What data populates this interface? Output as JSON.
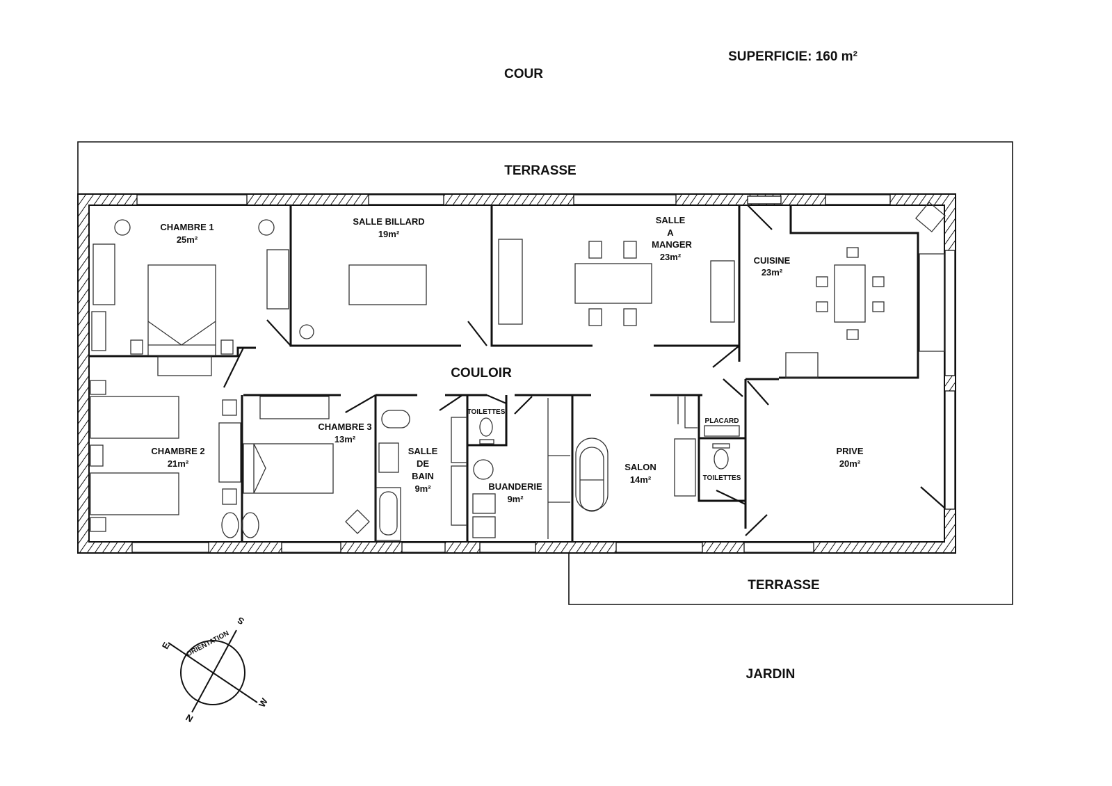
{
  "surface": {
    "label": "SUPERFICIE: 160 m²"
  },
  "outside": {
    "cour": "COUR",
    "terrasse_north": "TERRASSE",
    "terrasse_south": "TERRASSE",
    "jardin": "JARDIN",
    "couloir": "COULOIR"
  },
  "rooms": {
    "chambre1": {
      "name": "CHAMBRE 1",
      "area": "25m²"
    },
    "billard": {
      "name": "SALLE BILLARD",
      "area": "19m²"
    },
    "manger": {
      "name1": "SALLE",
      "name2": "A",
      "name3": "MANGER",
      "area": "23m²"
    },
    "cuisine": {
      "name": "CUISINE",
      "area": "23m²"
    },
    "chambre2": {
      "name": "CHAMBRE 2",
      "area": "21m²"
    },
    "chambre3": {
      "name": "CHAMBRE 3",
      "area": "13m²"
    },
    "bain": {
      "name1": "SALLE",
      "name2": "DE",
      "name3": "BAIN",
      "area": "9m²"
    },
    "toilettes1": {
      "name": "TOILETTES"
    },
    "buanderie": {
      "name": "BUANDERIE",
      "area": "9m²"
    },
    "salon": {
      "name": "SALON",
      "area": "14m²"
    },
    "placard": {
      "name": "PLACARD"
    },
    "toilettes2": {
      "name": "TOILETTES"
    },
    "prive": {
      "name": "PRIVE",
      "area": "20m²"
    }
  },
  "compass": {
    "title": "ORIENTATION",
    "n": "N",
    "s": "S",
    "e": "E",
    "w": "W"
  }
}
